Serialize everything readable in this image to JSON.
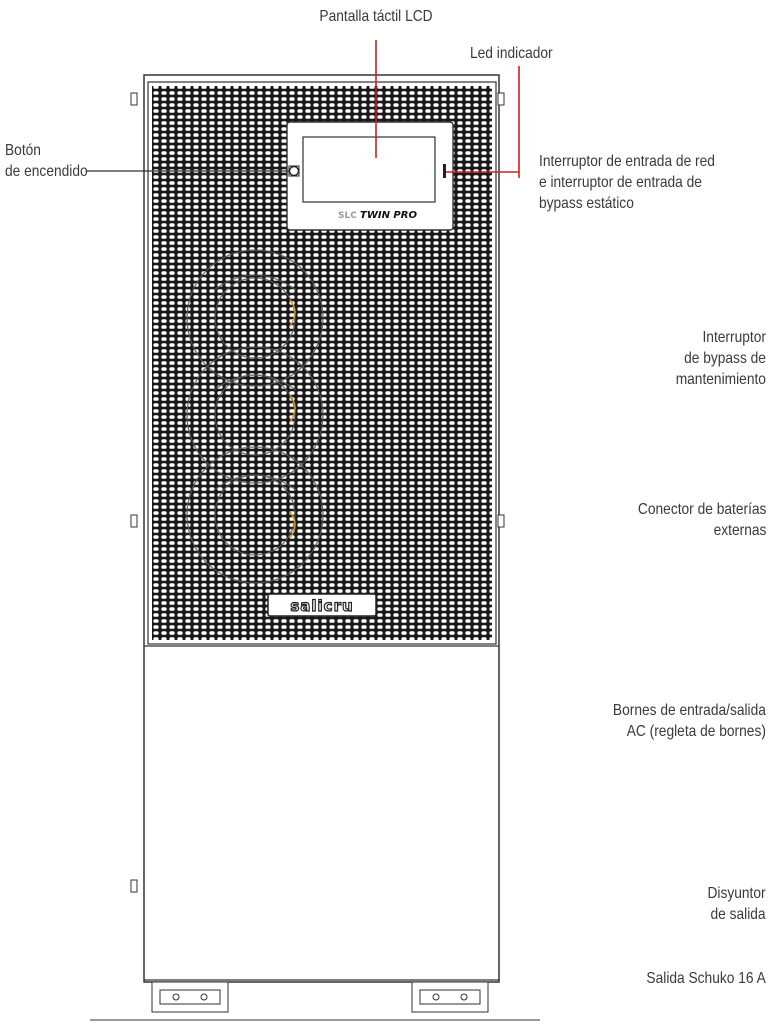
{
  "labels": {
    "lcd": "Pantalla táctil LCD",
    "led": "Led indicador",
    "power_button": [
      "Botón",
      "de encendido"
    ],
    "input_switch": [
      "Interruptor de entrada de red",
      "e interruptor de entrada  de",
      "bypass estático"
    ],
    "bypass_switch": [
      "Interruptor",
      "de bypass de",
      "mantenimiento"
    ],
    "battery_connector": [
      "Conector de baterías",
      "externas"
    ],
    "terminals": [
      "Bornes de entrada/salida",
      "AC (regleta de bornes)"
    ],
    "breaker": [
      "Disyuntor",
      "de salida"
    ],
    "schuko": "Salida Schuko 16 A"
  },
  "device": {
    "model_logo_text": "TWIN PRO",
    "model_logo_prefix": "SLC",
    "brand_logo_text": "salicru"
  },
  "colors": {
    "line": "#333333",
    "leader": "#cc2020",
    "fan_accent": "#d4a020",
    "cabinet_fill": "#ffffff"
  }
}
